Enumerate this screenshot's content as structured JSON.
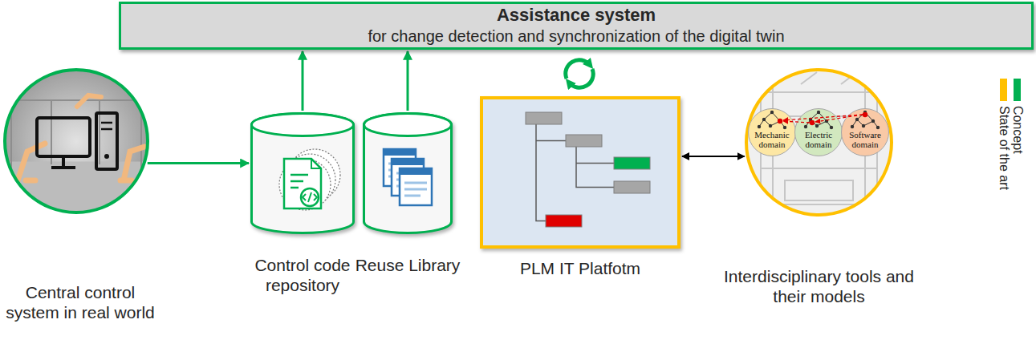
{
  "diagram": {
    "nodes": [
      {
        "text": [
          "Assistance system",
          "for change detection and synchronization of the digital twin"
        ]
      },
      {
        "text": [
          "Central control system in real world"
        ]
      },
      {
        "text": [
          "Control code repository"
        ]
      },
      {
        "text": [
          "Reuse Library"
        ]
      },
      {
        "text": [
          "PLM IT Platfotm"
        ]
      },
      {
        "text": [
          "Interdisciplinary tools and their models"
        ]
      },
      {
        "text": [
          "Mechanic domain"
        ],
        "in": 5
      },
      {
        "text": [
          "Electric domain"
        ],
        "in": 5
      },
      {
        "text": [
          "Software domain"
        ],
        "in": 5
      }
    ],
    "edges": [
      {
        "from": 1,
        "to": 2,
        "arrow": "to"
      },
      {
        "from": 2,
        "to": 0,
        "arrow": "to"
      },
      {
        "from": 3,
        "to": 0,
        "arrow": "to"
      },
      {
        "from": 4,
        "to": 5,
        "arrow": "both"
      }
    ],
    "legend": [
      {
        "text": "Concept",
        "color": "#00b050"
      },
      {
        "text": "State of the art",
        "color": "#ffc000"
      }
    ]
  }
}
